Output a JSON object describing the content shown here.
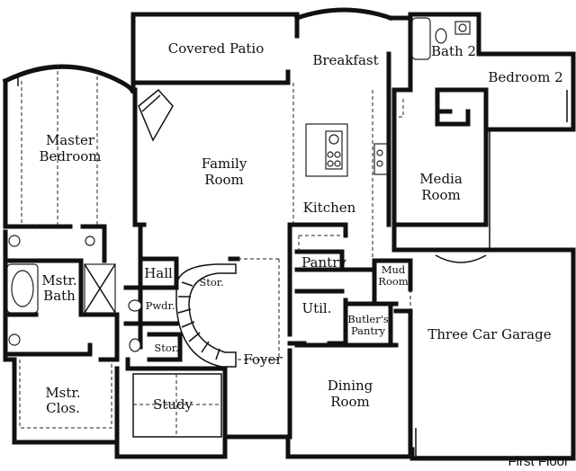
{
  "rooms": {
    "covered_patio": "Covered Patio",
    "breakfast": "Breakfast",
    "bath2": "Bath 2",
    "bedroom2": "Bedroom 2",
    "master_line1": "Master",
    "master_line2": "Bedroom",
    "family_line1": "Family",
    "family_line2": "Room",
    "media_line1": "Media",
    "media_line2": "Room",
    "kitchen": "Kitchen",
    "pantry": "Pantry",
    "mud_line1": "Mud",
    "mud_line2": "Room",
    "hall": "Hall",
    "stor_stair": "Stor.",
    "mstr_bath_line1": "Mstr.",
    "mstr_bath_line2": "Bath",
    "pwdr": "Pwdr.",
    "util": "Util.",
    "butlers_line1": "Butler's",
    "butlers_line2": "Pantry",
    "three_car_garage": "Three Car Garage",
    "stor_small": "Stor.",
    "foyer": "Foyer",
    "mstr_clos_line1": "Mstr.",
    "mstr_clos_line2": "Clos.",
    "dining_line1": "Dining",
    "dining_line2": "Room",
    "study": "Study"
  },
  "caption": "First Floor"
}
